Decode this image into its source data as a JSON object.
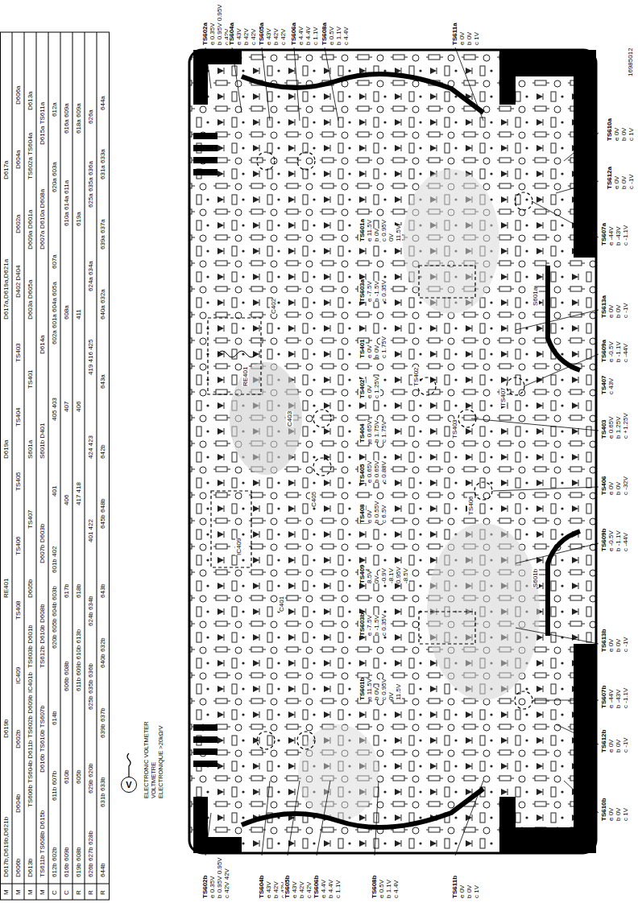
{
  "diagram": {
    "nodes": [
      {
        "text": [
          "V",
          "ELECTRONIC VOLTMETER VOLTMETRE ELECTRONIQUE >20kΩ/V"
        ]
      }
    ],
    "labels": [
      "M",
      "D617b,D619b,D621b",
      "D619b",
      "RE401",
      "D619a",
      "D617a,D619a,D621a",
      "D617a",
      "M",
      "D606b",
      "D604b",
      "D602b",
      "IC409",
      "TS408",
      "TS406",
      "TS405",
      "TS404",
      "TS403",
      "D402 D404",
      "D602a",
      "D604a",
      "D606a",
      "M",
      "D613b",
      "TS606b TS604b D611b",
      "TS602b D609b IC401b",
      "TS603b D601b",
      "D605b",
      "TS407",
      "S601a",
      "TS401",
      "D603a D605a",
      "D609a D601a",
      "TS602a TS604a",
      "D613a",
      "M",
      "TS611b TS608b D615b",
      "D616b TS610b TS607b",
      "TS612b D610b D608b",
      "D607b D603b",
      "S601b D401",
      "D614a",
      "D607a D610a D608a",
      "D615a TS611a",
      "C",
      "612b 602b",
      "611b 607b",
      "614b",
      "620b 605b 604b 603b",
      "601b 402",
      "401",
      "405 403",
      "602a 601a 604a 605a",
      "607a",
      "620a 603a",
      "612a",
      "C",
      "616b 609b",
      "610b",
      "606b 608b",
      "617b",
      "406",
      "407",
      "608a",
      "610a 614a 611a",
      "616a 609a",
      "R",
      "619b 608b",
      "605b",
      "611b 609b 610b 613b",
      "618b",
      "417 418",
      "406",
      "411",
      "619a",
      "618a 609a",
      "R",
      "626b 627b 628b",
      "629b 620b",
      "625b 635b 636b",
      "624b 634b",
      "401 422",
      "424 423",
      "419 416 425",
      "624a 634a",
      "625a 635a 636a",
      "626a",
      "R",
      "644b",
      "631b 633b",
      "639b 637b",
      "640b 632b",
      "643b",
      "645b 648b",
      "642b",
      "643a",
      "640a 632a",
      "639a 637a",
      "631a 633a",
      "644a",
      "TS602a",
      "e 0.35V",
      "b 0.95V 0.95V",
      "c 42V",
      "TS604a",
      "e 43V",
      "b 42V",
      "c 42V",
      "TS605a",
      "e 43V",
      "b 42V",
      "c 42V",
      "TS606a",
      "e 4.4V",
      "b 4.4V",
      "c 1.1V",
      "TS608a",
      "e 0.5V",
      "b 1.1V",
      "c 4.4V",
      "TS611a",
      "e 0V",
      "b 0V",
      "c 1V",
      "16985012",
      "TS610a",
      "e 0V",
      "b 0V",
      "c 1V",
      "TS612a",
      "e 0V",
      "b 0V",
      "c -1V",
      "TS607a",
      "e -44V",
      "b -43V",
      "c -1.1V",
      "TS613a",
      "e 0V",
      "b 0V",
      "c -1V",
      "TS609a",
      "e -0.5V",
      "b -1.1V",
      "c -44V",
      "TS407",
      "c 43V",
      "TS403",
      "e 0.65V",
      "b 1.25V",
      "c +1.25V",
      "TS406",
      "e 0V",
      "b 0V",
      "c -32V",
      "TS609b",
      "e -0.5V",
      "b -1.1V",
      "c -44V",
      "TS613b",
      "e 0V",
      "b 0V",
      "c -1V",
      "TS607b",
      "e -44V",
      "b -43V",
      "c -1.1V",
      "TS612b",
      "e 0V",
      "b 0V",
      "c -1V",
      "TS610b",
      "e 0V",
      "b 0V",
      "c 1V",
      "TS601a",
      "e 11.5V",
      "b 0V",
      "c 0.95V",
      "0V",
      "11.5V",
      "TS603a",
      "e -7.5V",
      "b -1.5V",
      "c 0.35V",
      "TS401",
      "e 0V",
      "b 0V",
      "c 1.75V",
      "TS402",
      "e 0V",
      "c 1.25V",
      "TS404",
      "e 0.65V",
      "b 1.75V",
      "c 1.75V",
      "TS405",
      "e 0.65V",
      "b 0.65V",
      "c 0.88V",
      "TS408",
      "e 0V",
      "b 0.55V",
      "c 6.5V",
      "TS409",
      "8.5V",
      "0V",
      "-0.9V",
      "-8.1V",
      "0.95V",
      "-8.5V",
      "TS603b",
      "e -7.5V",
      "b -1.5V",
      "c 0.35V",
      "TS601b",
      "e 11.5V",
      "b 0V",
      "c 0.95V",
      "0V",
      "11.5V",
      "TS602b",
      "e 0.35V",
      "b 0.95V 0.95V",
      "c 42V 42V",
      "TS604b",
      "e 43V",
      "b 42V",
      "c 42V",
      "TS605b",
      "e 43V",
      "b 42V",
      "c 42V",
      "TS606b",
      "e 4.4V",
      "b 4.4V",
      "c 1.1V",
      "TS608b",
      "e 0.5V",
      "b 1.1V",
      "c 4.4V",
      "TS611b",
      "e 0V",
      "b 0V",
      "c 1V",
      "RE401",
      "IC409",
      "C402",
      "C403",
      "C405",
      "C401",
      "TS402",
      "TS403",
      "TS406",
      "TS407",
      "S601a",
      "S601b"
    ]
  }
}
